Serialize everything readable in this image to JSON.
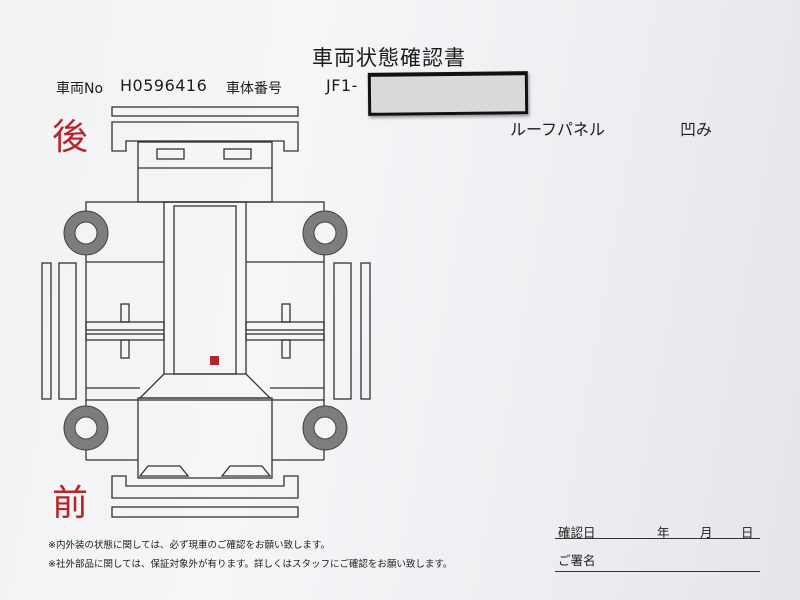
{
  "document": {
    "title": "車両状態確認書",
    "vehicle_no_label": "車両No",
    "vehicle_no_value": "H0596416",
    "chassis_no_label": "車体番号",
    "chassis_no_value": "JF1-"
  },
  "diagram": {
    "rear_label": "後",
    "front_label": "前"
  },
  "damage": {
    "location": "ルーフパネル",
    "type": "凹み",
    "marker_color": "#b3262c"
  },
  "notes": [
    "※内外装の状態に関しては、必ず現車のご確認をお願い致します。",
    "※社外部品に関しては、保証対象外が有ります。詳しくはスタッフにご確認をお願い致します。"
  ],
  "signature": {
    "date_label": "確認日",
    "year": "年",
    "month": "月",
    "day": "日",
    "name_label": "ご署名"
  },
  "colors": {
    "accent": "#b3262c",
    "line": "#333333",
    "tire": "#7d7d7d"
  }
}
